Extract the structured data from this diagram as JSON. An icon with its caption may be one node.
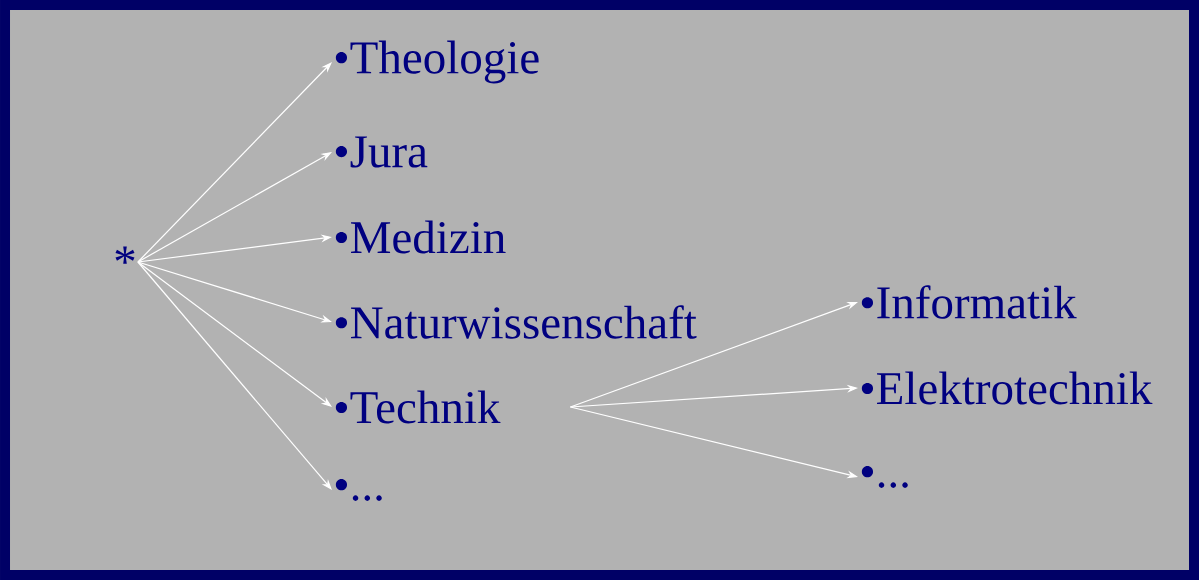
{
  "diagram": {
    "nodes": [
      {
        "text": [
          "*"
        ]
      },
      {
        "text": [
          "•Theologie"
        ]
      },
      {
        "text": [
          "•Jura"
        ]
      },
      {
        "text": [
          "•Medizin"
        ]
      },
      {
        "text": [
          "•Naturwissenschaft"
        ]
      },
      {
        "text": [
          "•Technik"
        ]
      },
      {
        "text": [
          "•..."
        ]
      },
      {
        "text": [
          "•Informatik"
        ]
      },
      {
        "text": [
          "•Elektrotechnik"
        ]
      },
      {
        "text": [
          "•..."
        ]
      }
    ],
    "edges": [
      {
        "from": 0,
        "to": 1,
        "arrow": "to"
      },
      {
        "from": 0,
        "to": 2,
        "arrow": "to"
      },
      {
        "from": 0,
        "to": 3,
        "arrow": "to"
      },
      {
        "from": 0,
        "to": 4,
        "arrow": "to"
      },
      {
        "from": 0,
        "to": 5,
        "arrow": "to"
      },
      {
        "from": 0,
        "to": 6,
        "arrow": "to"
      },
      {
        "from": 5,
        "to": 7,
        "arrow": "to"
      },
      {
        "from": 5,
        "to": 8,
        "arrow": "to"
      },
      {
        "from": 5,
        "to": 9,
        "arrow": "to"
      }
    ]
  }
}
